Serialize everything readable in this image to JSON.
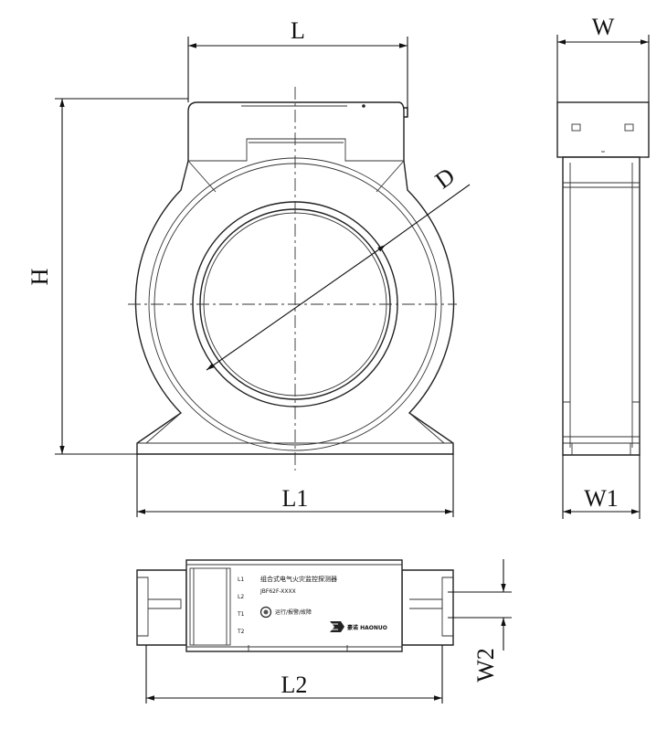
{
  "dimensions": {
    "L": "L",
    "W": "W",
    "H": "H",
    "D": "D",
    "L1": "L1",
    "W1": "W1",
    "L2": "L2",
    "W2": "W2"
  },
  "bottom_view": {
    "terminals": [
      "L1",
      "L2",
      "T1",
      "T2"
    ],
    "product_name": "组合式电气火灾监控探测器",
    "model": "JBF62F-XXXX",
    "indicator_label": "运行/报警/故障",
    "logo_text": "豪诺 HAONUO"
  }
}
